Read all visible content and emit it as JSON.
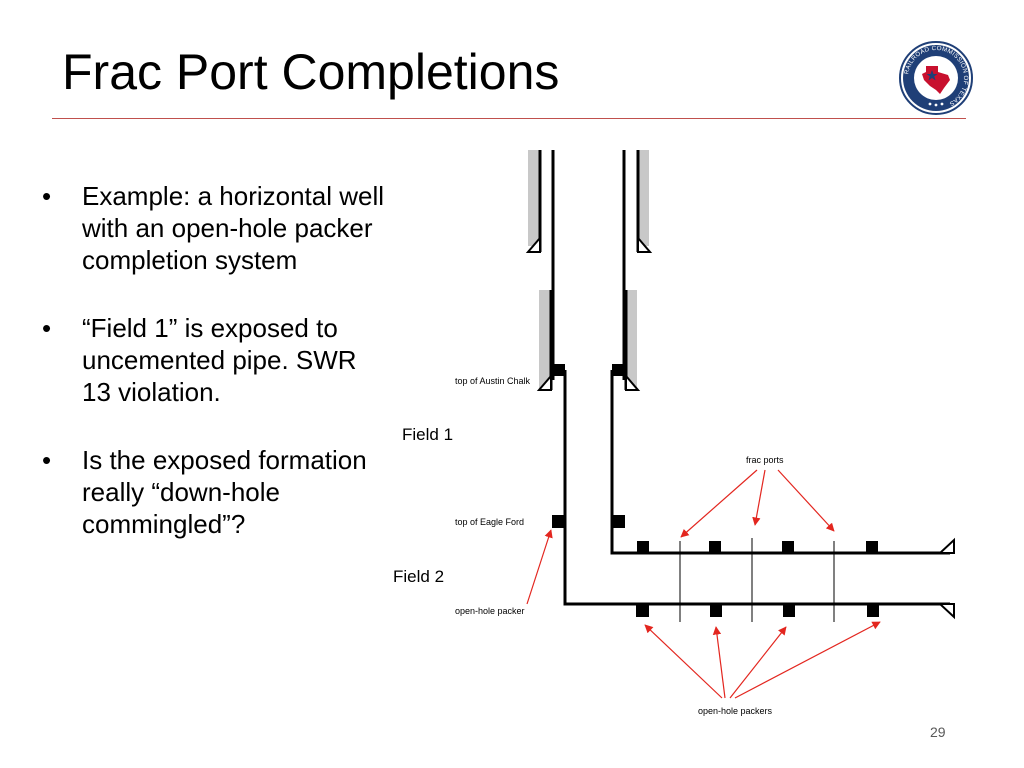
{
  "title": "Frac Port Completions",
  "seal": {
    "text": "RAILROAD COMMISSION OF TEXAS",
    "colors": {
      "ring": "#1f3f77",
      "red": "#c8102e"
    }
  },
  "bullets": [
    "Example: a horizontal well with an open-hole packer completion system",
    "“Field 1” is exposed to uncemented pipe. SWR 13 violation.",
    "Is the exposed formation really “down-hole commingled”?"
  ],
  "diagram": {
    "labels": {
      "top_austin_chalk": "top of Austin Chalk",
      "top_eagle_ford": "top of Eagle Ford",
      "open_hole_packer": "open-hole packer",
      "frac_ports": "frac ports",
      "open_hole_packers": "open-hole packers",
      "field1": "Field 1",
      "field2": "Field 2"
    },
    "colors": {
      "arrow": "#e3261f",
      "cement": "#c8c8c8"
    }
  },
  "page_number": "29"
}
